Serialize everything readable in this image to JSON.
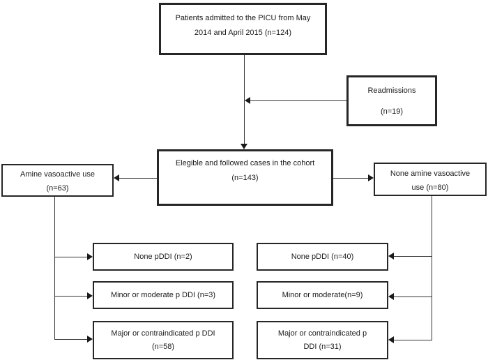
{
  "diagram": {
    "type": "flowchart",
    "background": "#ffffff",
    "colors": {
      "box_border": "#262626",
      "connector_line": "#333333",
      "arrowhead": "#1a1a1a",
      "text": "#1a1a1a"
    },
    "nodes": {
      "admitted": {
        "lines": [
          "Patients admitted to the PICU from May",
          "2014 and April 2015 (n=124)"
        ]
      },
      "readmissions": {
        "lines": [
          "Readmissions",
          "(n=19)"
        ]
      },
      "cohort": {
        "lines": [
          "Elegible and followed cases in the cohort",
          "(n=143)"
        ]
      },
      "amine": {
        "lines": [
          "Amine vasoactive use",
          "(n=63)"
        ]
      },
      "none_amine": {
        "lines": [
          "None amine vasoactive",
          "use (n=80)"
        ]
      },
      "left_none_pddi": {
        "lines": [
          "None pDDI (n=2)"
        ]
      },
      "left_minor": {
        "lines": [
          "Minor or moderate p DDI (n=3)"
        ]
      },
      "left_major": {
        "lines": [
          "Major or contraindicated p DDI",
          "(n=58)"
        ]
      },
      "right_none_pddi": {
        "lines": [
          "None pDDI (n=40)"
        ]
      },
      "right_minor": {
        "lines": [
          "Minor or moderate(n=9)"
        ]
      },
      "right_major": {
        "lines": [
          "Major or contraindicated p",
          "DDI (n=31)"
        ]
      }
    },
    "edges": [
      {
        "from": "admitted",
        "to": "cohort",
        "direction": "down"
      },
      {
        "from": "readmissions",
        "to": "admitted-cohort-line",
        "direction": "left"
      },
      {
        "from": "cohort",
        "to": "amine",
        "direction": "left"
      },
      {
        "from": "cohort",
        "to": "none_amine",
        "direction": "right"
      },
      {
        "from": "amine",
        "to": "left_none_pddi",
        "direction": "right"
      },
      {
        "from": "amine",
        "to": "left_minor",
        "direction": "right"
      },
      {
        "from": "amine",
        "to": "left_major",
        "direction": "right"
      },
      {
        "from": "none_amine",
        "to": "right_none_pddi",
        "direction": "left"
      },
      {
        "from": "none_amine",
        "to": "right_minor",
        "direction": "left"
      },
      {
        "from": "none_amine",
        "to": "right_major",
        "direction": "left"
      }
    ]
  }
}
